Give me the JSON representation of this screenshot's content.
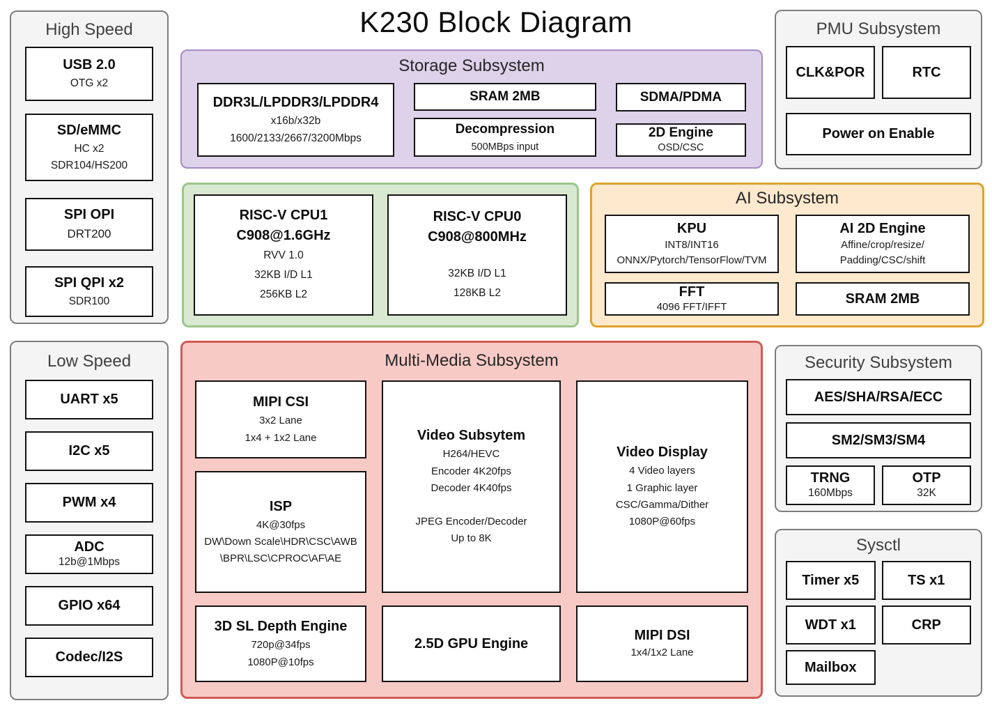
{
  "title": "K230 Block Diagram",
  "colors": {
    "storage_fill": "#ddd2e9",
    "storage_border": "#a58bc6",
    "cpu_fill": "#d8e8d1",
    "cpu_border": "#9cc58b",
    "ai_fill": "#fde9cd",
    "ai_border": "#dda32e",
    "media_fill": "#f8cac6",
    "media_border": "#d15b53",
    "panel_fill": "#f4f4f4",
    "panel_border": "#7d7d7d",
    "block_fill": "#ffffff",
    "block_border": "#121212"
  },
  "sections": {
    "high_speed": {
      "label": "High Speed",
      "blocks": [
        {
          "title": "USB 2.0",
          "lines": [
            "OTG x2"
          ]
        },
        {
          "title": "SD/eMMC",
          "lines": [
            "HC x2",
            "SDR104/HS200"
          ]
        },
        {
          "title": "SPI OPI",
          "lines": [
            "DRT200"
          ]
        },
        {
          "title": "SPI QPI x2",
          "lines": [
            "SDR100"
          ]
        }
      ]
    },
    "storage": {
      "label": "Storage Subsystem",
      "blocks": [
        {
          "title": "DDR3L/LPDDR3/LPDDR4",
          "lines": [
            "x16b/x32b",
            "1600/2133/2667/3200Mbps"
          ]
        },
        {
          "title": "SRAM 2MB"
        },
        {
          "title": "Decompression",
          "lines": [
            "500MBps input"
          ]
        },
        {
          "title": "SDMA/PDMA"
        },
        {
          "title": "2D Engine",
          "lines": [
            "OSD/CSC"
          ]
        }
      ]
    },
    "pmu": {
      "label": "PMU Subsystem",
      "blocks": [
        {
          "title": "CLK&POR"
        },
        {
          "title": "RTC"
        },
        {
          "title": "Power on Enable"
        }
      ]
    },
    "cpu": {
      "blocks": [
        {
          "title": "RISC-V CPU1",
          "title2": "C908@1.6GHz",
          "lines": [
            "RVV 1.0",
            "32KB I/D L1",
            "256KB L2"
          ]
        },
        {
          "title": "RISC-V CPU0",
          "title2": "C908@800MHz",
          "lines": [
            "",
            "32KB I/D L1",
            "128KB L2"
          ]
        }
      ]
    },
    "ai": {
      "label": "AI Subsystem",
      "blocks": [
        {
          "title": "KPU",
          "lines": [
            "INT8/INT16",
            "ONNX/Pytorch/TensorFlow/TVM"
          ]
        },
        {
          "title": "AI 2D Engine",
          "lines": [
            "Affine/crop/resize/",
            "Padding/CSC/shift"
          ]
        },
        {
          "title": "FFT",
          "lines": [
            "4096 FFT/IFFT"
          ]
        },
        {
          "title": "SRAM 2MB"
        }
      ]
    },
    "low_speed": {
      "label": "Low Speed",
      "blocks": [
        {
          "title": "UART x5"
        },
        {
          "title": "I2C x5"
        },
        {
          "title": "PWM x4"
        },
        {
          "title": "ADC",
          "lines": [
            "12b@1Mbps"
          ]
        },
        {
          "title": "GPIO x64"
        },
        {
          "title": "Codec/I2S"
        }
      ]
    },
    "media": {
      "label": "Multi-Media Subsystem",
      "blocks": [
        {
          "title": "MIPI CSI",
          "lines": [
            "3x2 Lane",
            "1x4 + 1x2 Lane"
          ]
        },
        {
          "title": "ISP",
          "lines": [
            "4K@30fps",
            "DW\\Down Scale\\HDR\\CSC\\AWB",
            "\\BPR\\LSC\\CPROC\\AF\\AE"
          ]
        },
        {
          "title": "3D SL Depth Engine",
          "lines": [
            "720p@34fps",
            "1080P@10fps"
          ]
        },
        {
          "title": "Video Subsytem",
          "lines": [
            "H264/HEVC",
            "Encoder 4K20fps",
            "Decoder 4K40fps",
            "",
            "JPEG Encoder/Decoder",
            "Up to 8K"
          ]
        },
        {
          "title": "2.5D GPU Engine"
        },
        {
          "title": "Video Display",
          "lines": [
            "4 Video layers",
            "1 Graphic layer",
            "CSC/Gamma/Dither",
            "1080P@60fps"
          ]
        },
        {
          "title": "MIPI DSI",
          "lines": [
            "1x4/1x2 Lane"
          ]
        }
      ]
    },
    "security": {
      "label": "Security Subsystem",
      "blocks": [
        {
          "title": "AES/SHA/RSA/ECC"
        },
        {
          "title": "SM2/SM3/SM4"
        },
        {
          "title": "TRNG",
          "lines": [
            "160Mbps"
          ]
        },
        {
          "title": "OTP",
          "lines": [
            "32K"
          ]
        }
      ]
    },
    "sysctl": {
      "label": "Sysctl",
      "blocks": [
        {
          "title": "Timer x5"
        },
        {
          "title": "TS x1"
        },
        {
          "title": "WDT x1"
        },
        {
          "title": "CRP"
        },
        {
          "title": "Mailbox"
        }
      ]
    }
  }
}
